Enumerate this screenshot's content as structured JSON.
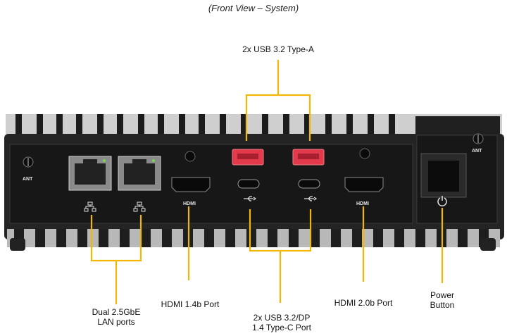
{
  "caption": "(Front View – System)",
  "labels": {
    "usb_a": "2x USB 3.2 Type-A",
    "lan_line1": "Dual 2.5GbE",
    "lan_line2": "LAN ports",
    "hdmi14": "HDMI  1.4b Port",
    "usbc_line1": "2x USB 3.2/DP",
    "usbc_line2": "1.4 Type-C Port",
    "hdmi20": "HDMI  2.0b Port",
    "power_line1": "Power",
    "power_line2": "Button"
  },
  "panel_marks": {
    "ant_left": "ANT",
    "ant_right": "ANT",
    "hdmi_left": "HDMI",
    "hdmi_right": "HDMI"
  },
  "colors": {
    "leader": "#f2b705",
    "chassis": "#262626",
    "panel": "#1a1a1a",
    "fins": "#bdbdbd",
    "usb_a": "#e2394b"
  },
  "icons": [
    "network-icon",
    "usb-icon",
    "power-icon"
  ]
}
